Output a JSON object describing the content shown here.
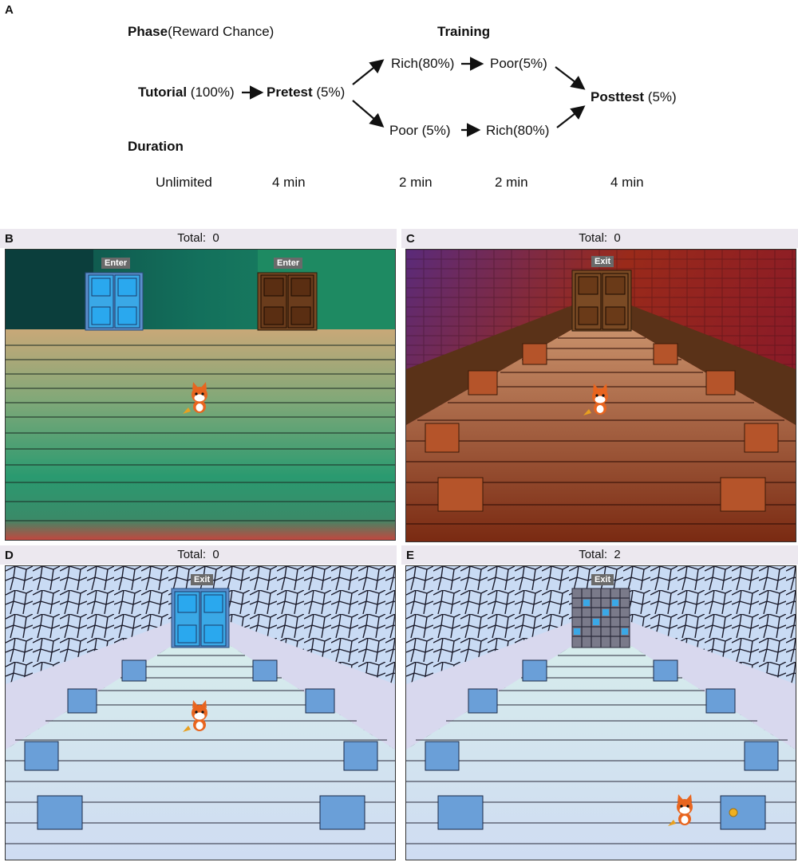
{
  "panel_letters": {
    "a": "A",
    "b": "B",
    "c": "C",
    "d": "D",
    "e": "E"
  },
  "schedule": {
    "phase_heading_bold": "Phase",
    "phase_heading_rest": "(Reward Chance)",
    "training_heading": "Training",
    "duration_heading": "Duration",
    "tutorial_name": "Tutorial",
    "tutorial_chance": " (100%)",
    "pretest_name": "Pretest",
    "pretest_chance": " (5%)",
    "upper_first": "Rich(80%)",
    "upper_second": "Poor(5%)",
    "lower_first": "Poor (5%)",
    "lower_second": "Rich(80%)",
    "posttest_name": "Posttest",
    "posttest_chance": " (5%)",
    "durations": [
      "Unlimited",
      "4 min",
      "2 min",
      "2 min",
      "4 min"
    ]
  },
  "screens": {
    "b": {
      "total_label": "Total:",
      "total_value": "0",
      "door_left_sign": "Enter",
      "door_right_sign": "Enter"
    },
    "c": {
      "total_label": "Total:",
      "total_value": "0",
      "door_sign": "Exit"
    },
    "d": {
      "total_label": "Total:",
      "total_value": "0",
      "door_sign": "Exit"
    },
    "e": {
      "total_label": "Total:",
      "total_value": "2",
      "door_sign": "Exit"
    }
  },
  "colors": {
    "hall_green": "#1e7a5e",
    "brick_red": "#8a2a1a",
    "tile_blue": "#c9dbf4",
    "box_blue": "#6a9fd8",
    "box_brown": "#b5542a",
    "door_blue": "#3aa8e6",
    "door_brown": "#6a3c1c",
    "fox_orange": "#e8651f",
    "coin_gold": "#f0b020"
  }
}
